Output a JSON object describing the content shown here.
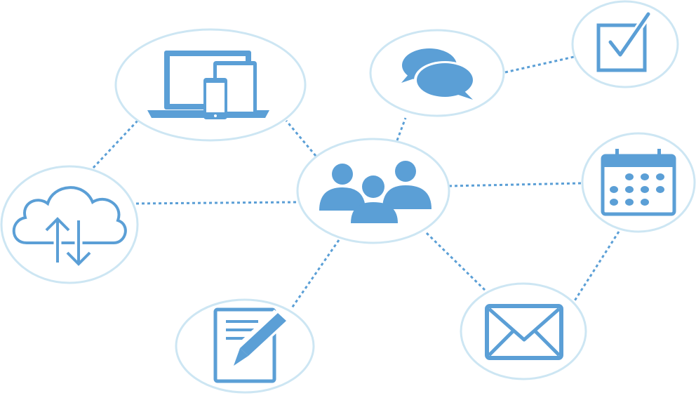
{
  "colors": {
    "icon": "#5b9fd6",
    "ring": "#cde6f3",
    "connector": "#5b9fd6",
    "background": "#ffffff"
  },
  "nodes": [
    {
      "id": "team",
      "icon": "people-group-icon"
    },
    {
      "id": "devices",
      "icon": "devices-icon"
    },
    {
      "id": "chat",
      "icon": "chat-bubbles-icon"
    },
    {
      "id": "task",
      "icon": "checkbox-checked-icon"
    },
    {
      "id": "cloud",
      "icon": "cloud-sync-icon"
    },
    {
      "id": "calendar",
      "icon": "calendar-icon"
    },
    {
      "id": "document",
      "icon": "document-edit-icon"
    },
    {
      "id": "email",
      "icon": "envelope-icon"
    }
  ],
  "connections": [
    [
      "team",
      "devices"
    ],
    [
      "team",
      "chat"
    ],
    [
      "team",
      "cloud"
    ],
    [
      "team",
      "calendar"
    ],
    [
      "team",
      "document"
    ],
    [
      "team",
      "email"
    ],
    [
      "devices",
      "cloud"
    ],
    [
      "chat",
      "task"
    ],
    [
      "calendar",
      "email"
    ]
  ]
}
